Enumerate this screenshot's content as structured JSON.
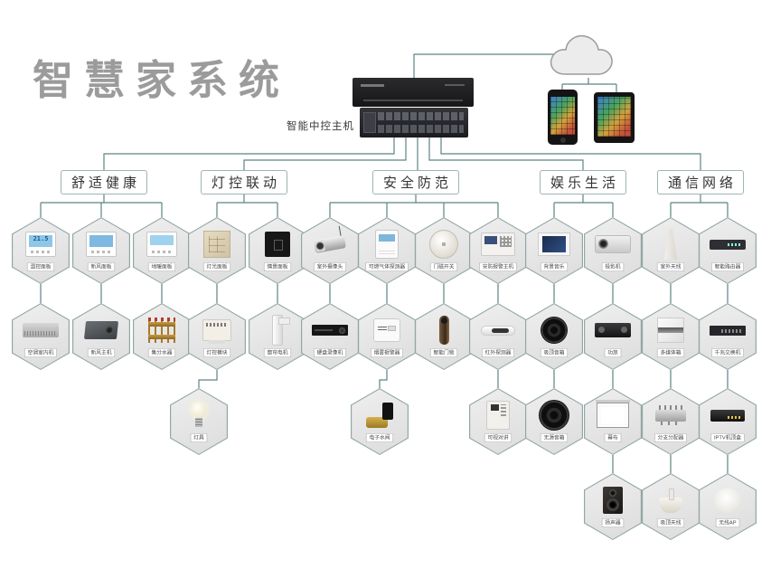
{
  "title": "智慧家系统",
  "host": {
    "label": "智能中控主机"
  },
  "categories": [
    {
      "label": "舒适健康"
    },
    {
      "label": "灯控联动"
    },
    {
      "label": "安全防范"
    },
    {
      "label": "娱乐生活"
    },
    {
      "label": "通信网络"
    }
  ],
  "devices": [
    {
      "type": "thermostat",
      "label": "温控面板",
      "screen": "21.5"
    },
    {
      "type": "thermostat2",
      "label": "新风面板"
    },
    {
      "type": "thermostat3",
      "label": "地暖面板"
    },
    {
      "type": "panel-gold",
      "label": "灯光面板"
    },
    {
      "type": "panel-black",
      "label": "情景面板"
    },
    {
      "type": "camera",
      "label": "室外摄像头"
    },
    {
      "type": "gas-detector",
      "label": "可燃气体探测器"
    },
    {
      "type": "door-sensor",
      "label": "门磁开关"
    },
    {
      "type": "alarm-host",
      "label": "安防报警主机"
    },
    {
      "type": "bgm-panel",
      "label": "背景音乐"
    },
    {
      "type": "projector",
      "label": "投影机"
    },
    {
      "type": "antenna-cone",
      "label": "室外天线"
    },
    {
      "type": "router",
      "label": "智能路由器"
    },
    {
      "type": "ac-indoor",
      "label": "空调室内机"
    },
    {
      "type": "fresh-air",
      "label": "新风主机"
    },
    {
      "type": "manifold",
      "label": "集分水器"
    },
    {
      "type": "light-module",
      "label": "灯控模块"
    },
    {
      "type": "curtain-motor",
      "label": "窗帘电机"
    },
    {
      "type": "dvr",
      "label": "硬盘录像机"
    },
    {
      "type": "smoke",
      "label": "烟雾报警器"
    },
    {
      "type": "door-lock",
      "label": "智能门锁"
    },
    {
      "type": "ir-detector",
      "label": "红外探测器"
    },
    {
      "type": "woofer",
      "label": "吸顶音箱"
    },
    {
      "type": "amplifier",
      "label": "功放"
    },
    {
      "type": "media-box",
      "label": "多媒体箱"
    },
    {
      "type": "switch",
      "label": "千兆交换机"
    },
    {
      "type": "bulb",
      "label": "灯具"
    },
    {
      "type": "valve",
      "label": "电子水阀"
    },
    {
      "type": "intercom",
      "label": "可视对讲"
    },
    {
      "type": "speaker-driver",
      "label": "无源音箱"
    },
    {
      "type": "screen",
      "label": "幕布"
    },
    {
      "type": "splitter",
      "label": "分支分配器"
    },
    {
      "type": "stb",
      "label": "IPTV机顶盒"
    },
    {
      "type": "speaker-box",
      "label": "扬声器"
    },
    {
      "type": "ceiling-antenna",
      "label": "吸顶天线"
    },
    {
      "type": "wireless-ap",
      "label": "无线AP"
    }
  ],
  "colors": {
    "line": "#5d8484",
    "title": "#9b9b9b",
    "hex_fill": "#e7e7e7",
    "hex_border": "#93a7a5"
  }
}
